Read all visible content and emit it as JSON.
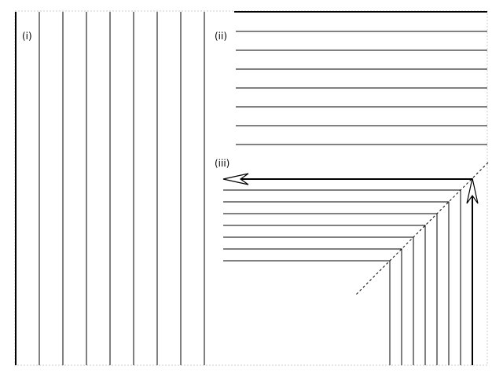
{
  "panels": {
    "i": {
      "label": "(i)"
    },
    "ii": {
      "label": "(ii)"
    },
    "iii": {
      "label": "(iii)"
    }
  },
  "colors": {
    "line": "#000000",
    "frame": "#cccccc",
    "background": "#ffffff"
  }
}
